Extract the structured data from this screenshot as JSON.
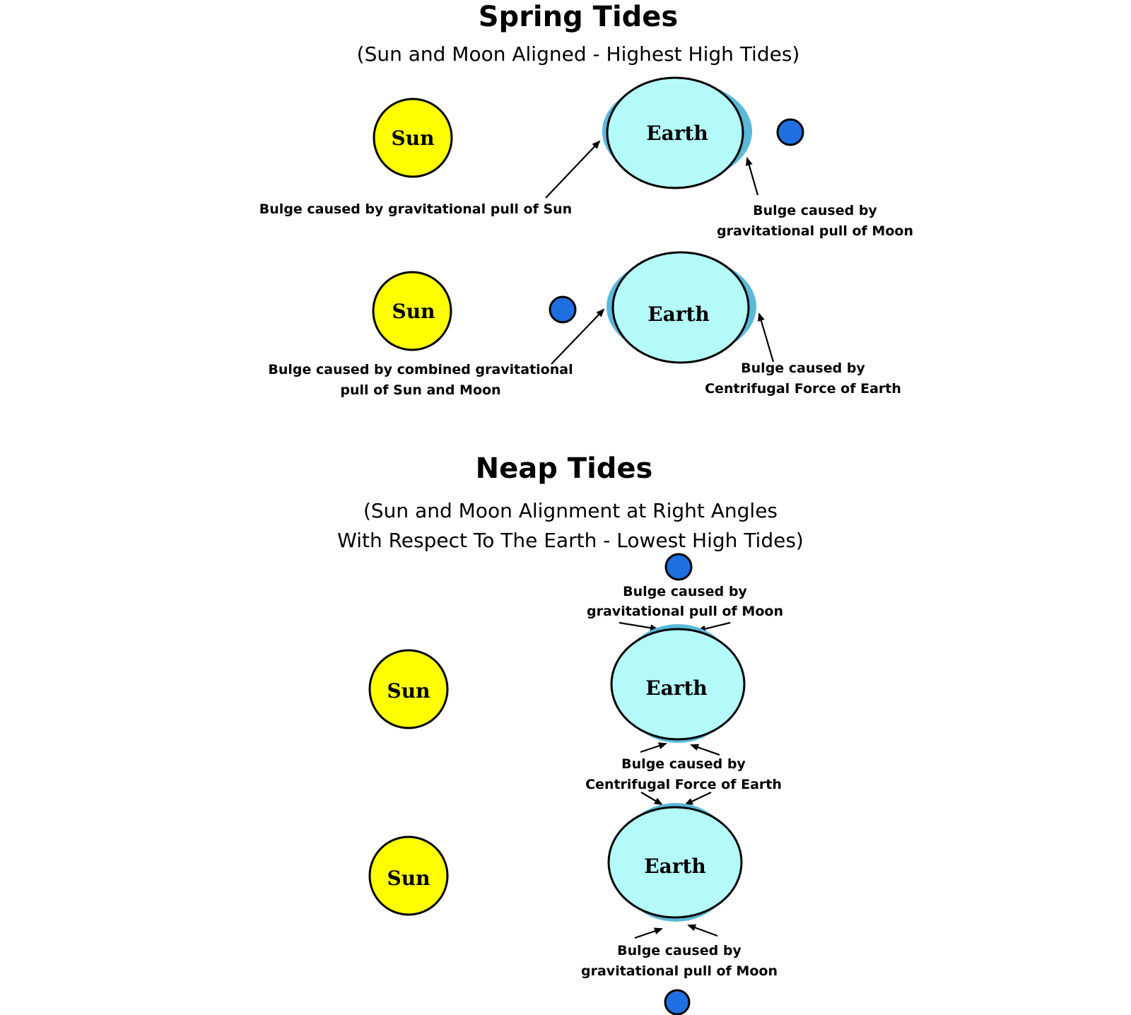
{
  "colors": {
    "sun": "#ffff00",
    "earth": "#b3faf8",
    "tidal_bulge": "#5bb9d9",
    "moon": "#1f6fe0",
    "outline": "#000000",
    "background": "#ffffff"
  },
  "spring": {
    "title": "Spring Tides",
    "subtitle": "(Sun and Moon Aligned - Highest High Tides)",
    "panel1": {
      "sun_label": "Sun",
      "earth_label": "Earth",
      "caption_left": "Bulge caused by gravitational pull of Sun",
      "caption_right_line1": "Bulge caused by",
      "caption_right_line2": "gravitational pull of Moon"
    },
    "panel2": {
      "sun_label": "Sun",
      "earth_label": "Earth",
      "caption_left_line1": "Bulge caused by combined gravitational",
      "caption_left_line2": "pull of Sun and Moon",
      "caption_right_line1": "Bulge caused by",
      "caption_right_line2": "Centrifugal Force of Earth"
    }
  },
  "neap": {
    "title": "Neap Tides",
    "subtitle_line1": "(Sun and Moon Alignment at Right Angles",
    "subtitle_line2": "With Respect To The Earth - Lowest High Tides)",
    "panel1": {
      "sun_label": "Sun",
      "earth_label": "Earth",
      "caption_top_line1": "Bulge caused by",
      "caption_top_line2": "gravitational pull of Moon",
      "caption_bottom_line1": "Bulge caused by",
      "caption_bottom_line2": "Centrifugal Force of Earth"
    },
    "panel2": {
      "sun_label": "Sun",
      "earth_label": "Earth",
      "caption_bottom_line1": "Bulge caused by",
      "caption_bottom_line2": "gravitational pull of Moon"
    }
  }
}
